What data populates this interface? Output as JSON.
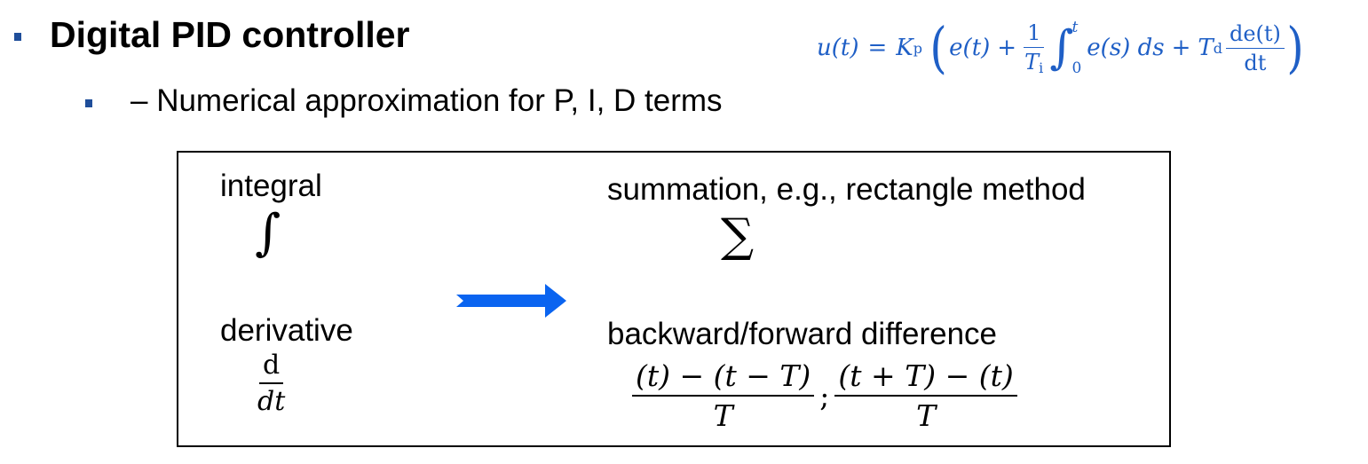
{
  "slide": {
    "title": "Digital PID controller",
    "subtitle": "– Numerical approximation for P, I, D terms"
  },
  "formula": {
    "lhs": "u(t)",
    "eq": "=",
    "kp": "K",
    "kp_sub": "p",
    "e_t": "e(t)",
    "plus1": "+",
    "frac1_num": "1",
    "frac1_den": "T",
    "frac1_den_sub": "i",
    "integral_sign": "∫",
    "int_upper": "t",
    "int_lower": "0",
    "integrand": "e(s) ds",
    "plus2": "+",
    "td": "T",
    "td_sub": "d",
    "frac2_num": "de(t)",
    "frac2_den": "dt",
    "lparen": "(",
    "rparen": ")"
  },
  "box": {
    "integral_label": "integral",
    "integral_symbol": "∫",
    "summation_label": "summation, e.g., rectangle method",
    "summation_symbol": "∑",
    "derivative_label": "derivative",
    "deriv_num": "d",
    "deriv_den": "dt",
    "difference_label": "backward/forward difference",
    "backward_num": "(t) − (t − T)",
    "backward_den": "T",
    "separator": ";",
    "forward_num": "(t + T) − (t)",
    "forward_den": "T"
  },
  "colors": {
    "accent": "#1f5fc6",
    "arrow": "#0a64f0",
    "bullet": "#1f4e9a"
  }
}
